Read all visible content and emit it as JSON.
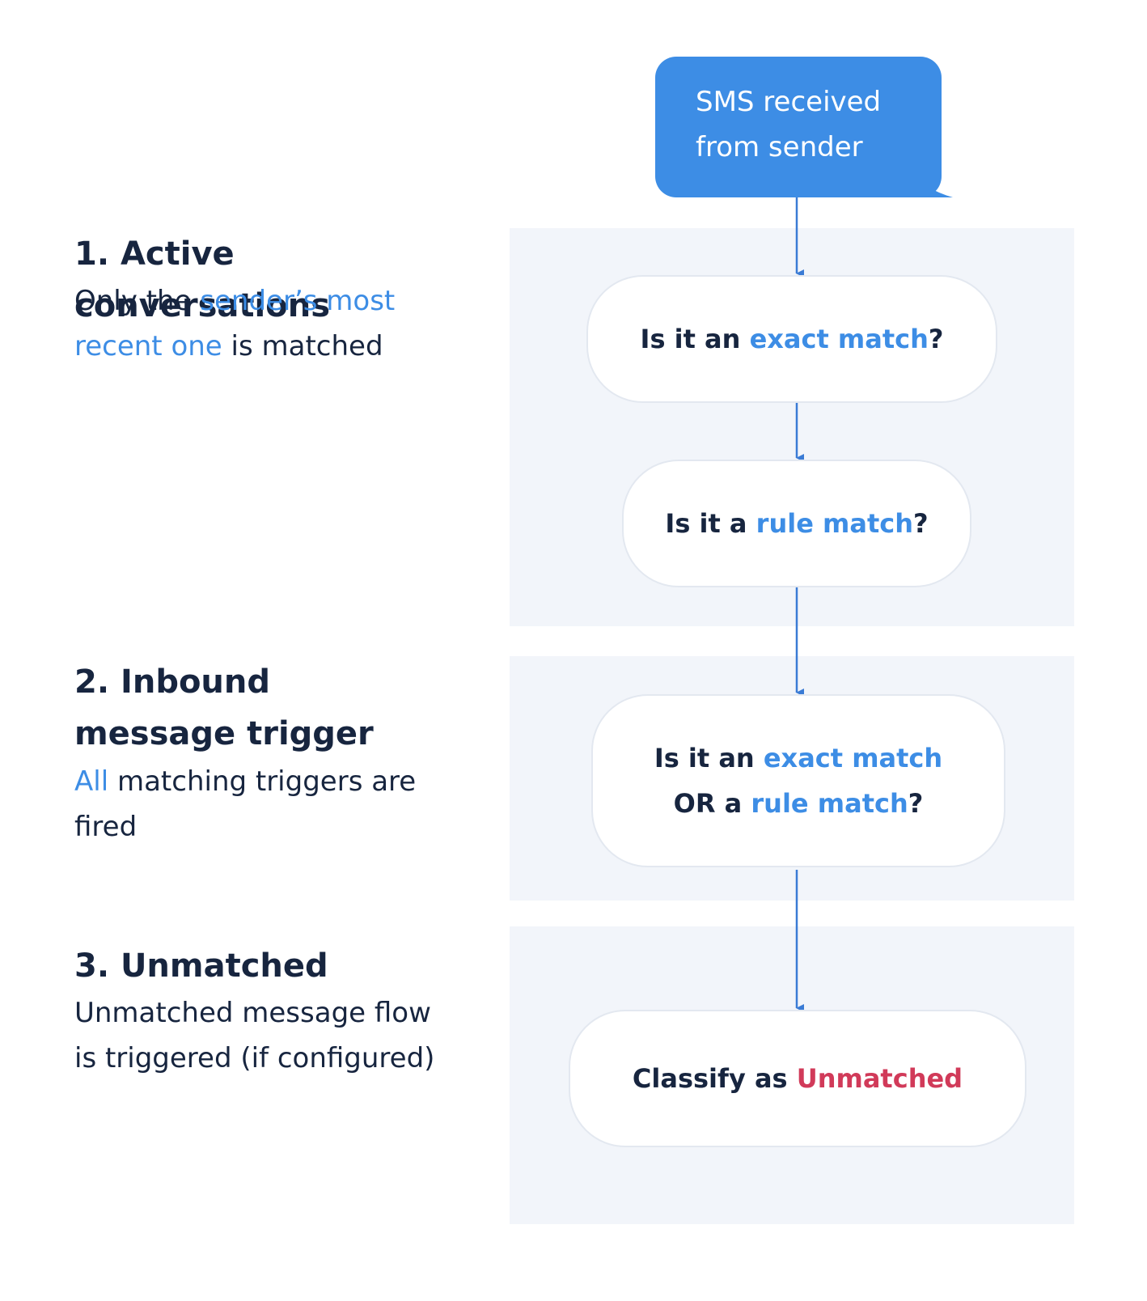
{
  "start_bubble": {
    "line1": "SMS received",
    "line2": "from sender"
  },
  "sections": [
    {
      "title": "1. Active conversations",
      "desc_part1": "Only the ",
      "desc_highlight": "sender’s most recent one",
      "desc_part2": " is matched"
    },
    {
      "title": "2. Inbound message trigger",
      "desc_highlight": "All",
      "desc_part2": " matching triggers are fired"
    },
    {
      "title": "3. Unmatched",
      "desc": "Unmatched message flow is triggered (if configured)"
    }
  ],
  "nodes": {
    "exact": {
      "pre": "Is it an ",
      "hl": "exact match",
      "post": "?"
    },
    "rule": {
      "pre": "Is it a ",
      "hl": "rule match",
      "post": "?"
    },
    "combined": {
      "line1_pre": "Is it an ",
      "line1_hl": "exact match",
      "line2_pre": "OR a ",
      "line2_hl": "rule match",
      "line2_post": "?"
    },
    "unmatched": {
      "pre": "Classify as ",
      "hl": "Unmatched"
    }
  },
  "colors": {
    "accent": "#3d8de5",
    "negative": "#d13a59",
    "text": "#17253f",
    "panel": "#f2f5fa",
    "arrow": "#3a7bd5"
  }
}
